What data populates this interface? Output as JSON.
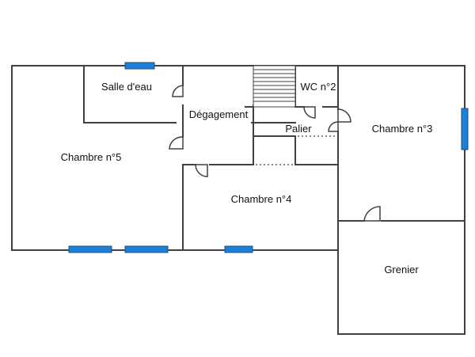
{
  "colors": {
    "wall": "#404040",
    "window": "#1e7fd6",
    "background": "#ffffff"
  },
  "rooms": {
    "salle_deau": "Salle d'eau",
    "degagement": "Dégagement",
    "wc2": "WC n°2",
    "palier": "Palier",
    "chambre3": "Chambre n°3",
    "chambre5": "Chambre n°5",
    "chambre4": "Chambre n°4",
    "grenier": "Grenier"
  }
}
